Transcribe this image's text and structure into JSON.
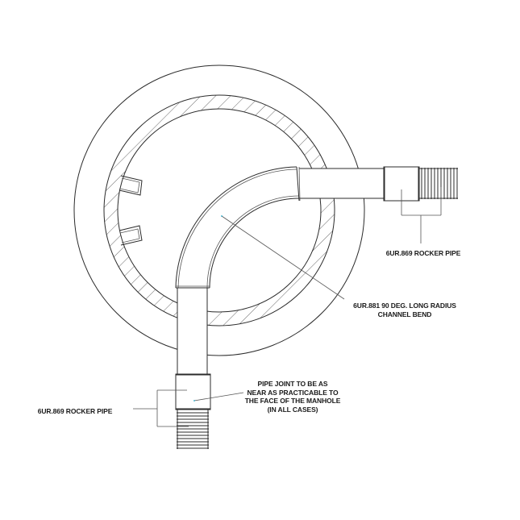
{
  "drawing": {
    "title": "Manhole plan with 90 degree channel bend",
    "colors": {
      "line": "#2b2b2b",
      "background": "#ffffff",
      "accent_leader_dot": "#1fa8c8"
    }
  },
  "labels": {
    "rocker_pipe_right": "6UR.869 ROCKER PIPE",
    "channel_bend_line1": "6UR.881 90 DEG. LONG RADIUS",
    "channel_bend_line2": "CHANNEL BEND",
    "pipe_joint_line1": "PIPE JOINT TO BE AS",
    "pipe_joint_line2": "NEAR AS PRACTICABLE TO",
    "pipe_joint_line3": "THE FACE OF THE MANHOLE",
    "pipe_joint_line4": "(IN ALL CASES)",
    "rocker_pipe_left": "6UR.869 ROCKER PIPE"
  }
}
